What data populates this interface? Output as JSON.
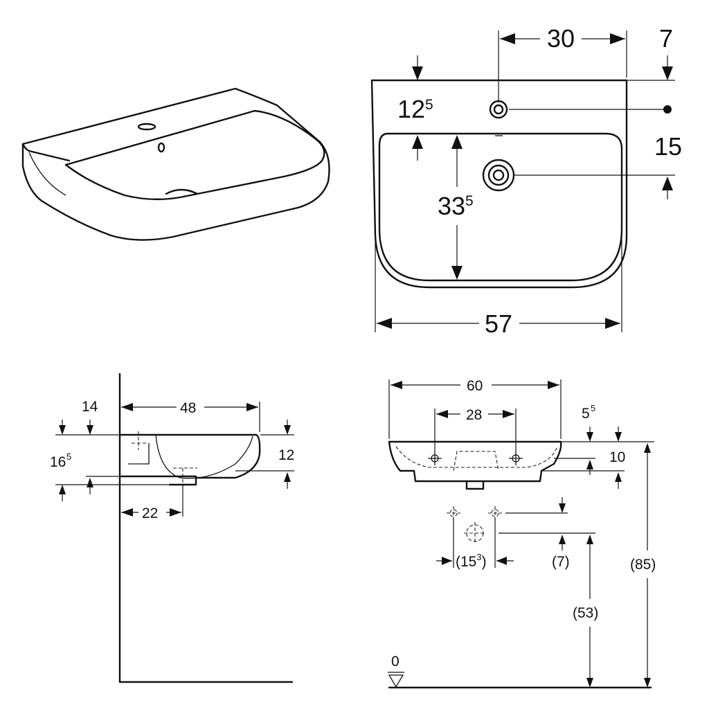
{
  "top_view": {
    "width_top": "30",
    "edge_offset": "7",
    "rim_depth": "12",
    "rim_depth_sup": "5",
    "overflow_offset": "15",
    "bowl_depth": "33",
    "bowl_depth_sup": "5",
    "overall_width": "57"
  },
  "side_view": {
    "projection": "48",
    "top_offset": "14",
    "height_total": "16",
    "height_total_sup": "5",
    "height_right": "12",
    "drain_offset": "22"
  },
  "front_view": {
    "overall_width": "60",
    "tap_spacing": "28",
    "rim_height": "5",
    "rim_height_sup": "5",
    "bowl_height": "10",
    "fix_spacing": "(15",
    "fix_spacing_sup": "3",
    "fix_spacing_close": ")",
    "fix_height": "(7)",
    "drain_height": "(53)",
    "mount_height": "(85)",
    "floor_level": "0"
  }
}
